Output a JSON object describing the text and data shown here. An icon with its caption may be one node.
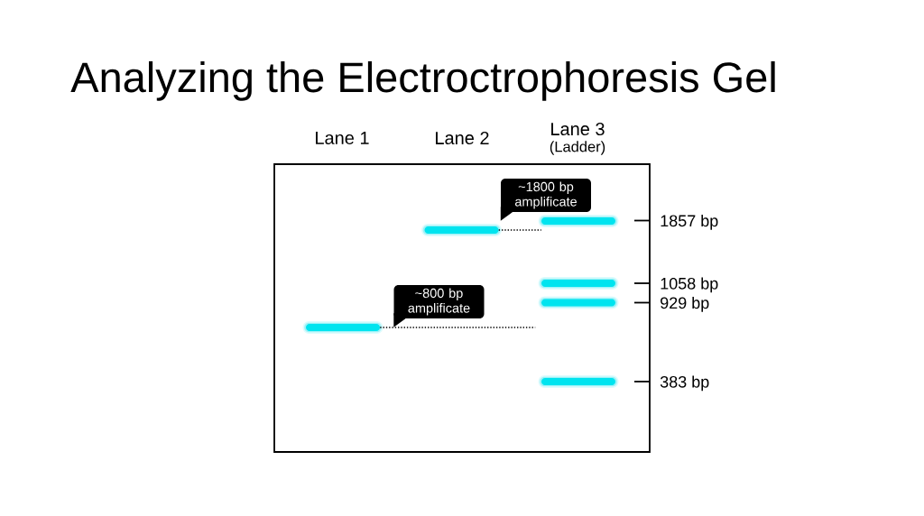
{
  "diagram": {
    "title": "Analyzing the Electroctrophoresis Gel",
    "nodes": [
      {
        "text": [],
        "shape": "box"
      },
      {
        "text": [
          "~1800 bp amplificate"
        ],
        "in": 0
      },
      {
        "text": [
          "~800 bp amplificate"
        ],
        "in": 0
      },
      {
        "text": [],
        "shape": "bar",
        "in": 0
      },
      {
        "text": [],
        "shape": "bar",
        "in": 0
      },
      {
        "text": [],
        "shape": "bar",
        "in": 0
      },
      {
        "text": [],
        "shape": "bar",
        "in": 0
      },
      {
        "text": [],
        "shape": "bar",
        "in": 0
      },
      {
        "text": [],
        "shape": "bar",
        "in": 0
      }
    ],
    "edges": [
      {
        "from": 3,
        "to": null,
        "arrow": "none",
        "style": "dashed"
      },
      {
        "from": 4,
        "to": 5,
        "arrow": "none",
        "style": "dashed"
      }
    ],
    "labels": [
      "Lane 1",
      "Lane 2",
      "Lane 3",
      "(Ladder)",
      "1857 bp",
      "1058 bp",
      "929 bp",
      "383 bp"
    ]
  }
}
